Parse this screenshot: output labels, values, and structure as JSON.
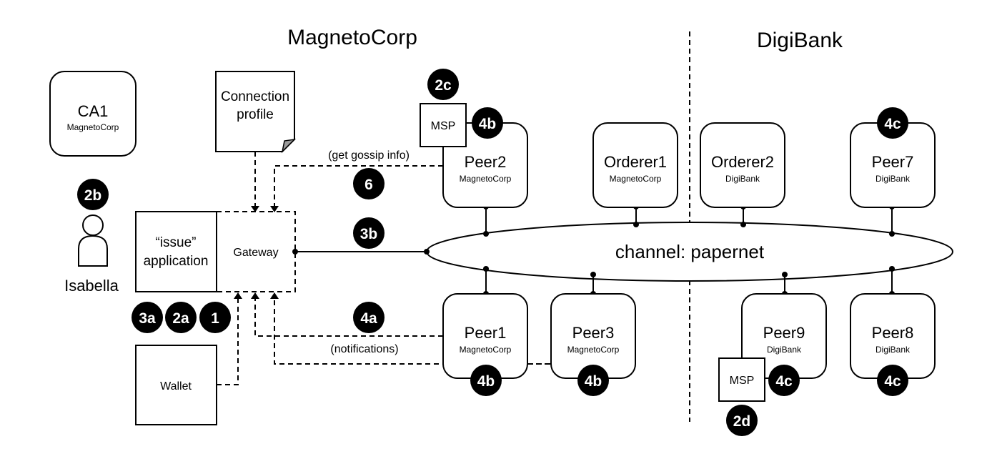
{
  "orgs": {
    "left": "MagnetoCorp",
    "right": "DigiBank"
  },
  "ca": {
    "name": "CA1",
    "org": "MagnetoCorp"
  },
  "user": {
    "name": "Isabella"
  },
  "connection_profile": {
    "line1": "Connection",
    "line2": "profile"
  },
  "application": {
    "line1": "“issue”",
    "line2": "application"
  },
  "gateway": {
    "label": "Gateway"
  },
  "wallet": {
    "label": "Wallet"
  },
  "msp_label": "MSP",
  "channel": {
    "label": "channel: papernet"
  },
  "nodes": {
    "peer2": {
      "name": "Peer2",
      "org": "MagnetoCorp"
    },
    "orderer1": {
      "name": "Orderer1",
      "org": "MagnetoCorp"
    },
    "orderer2": {
      "name": "Orderer2",
      "org": "DigiBank"
    },
    "peer7": {
      "name": "Peer7",
      "org": "DigiBank"
    },
    "peer1": {
      "name": "Peer1",
      "org": "MagnetoCorp"
    },
    "peer3": {
      "name": "Peer3",
      "org": "MagnetoCorp"
    },
    "peer9": {
      "name": "Peer9",
      "org": "DigiBank"
    },
    "peer8": {
      "name": "Peer8",
      "org": "DigiBank"
    }
  },
  "flow_labels": {
    "gossip": "(get gossip info)",
    "notifications": "(notifications)"
  },
  "badges": {
    "b2c": "2c",
    "b2b": "2b",
    "b4b_peer2": "4b",
    "b6": "6",
    "b3b": "3b",
    "b4c_peer7": "4c",
    "b3a": "3a",
    "b2a": "2a",
    "b1": "1",
    "b4a": "4a",
    "b4b_peer1": "4b",
    "b4b_peer3": "4b",
    "b4c_peer9": "4c",
    "b4c_peer8": "4c",
    "b2d": "2d"
  }
}
